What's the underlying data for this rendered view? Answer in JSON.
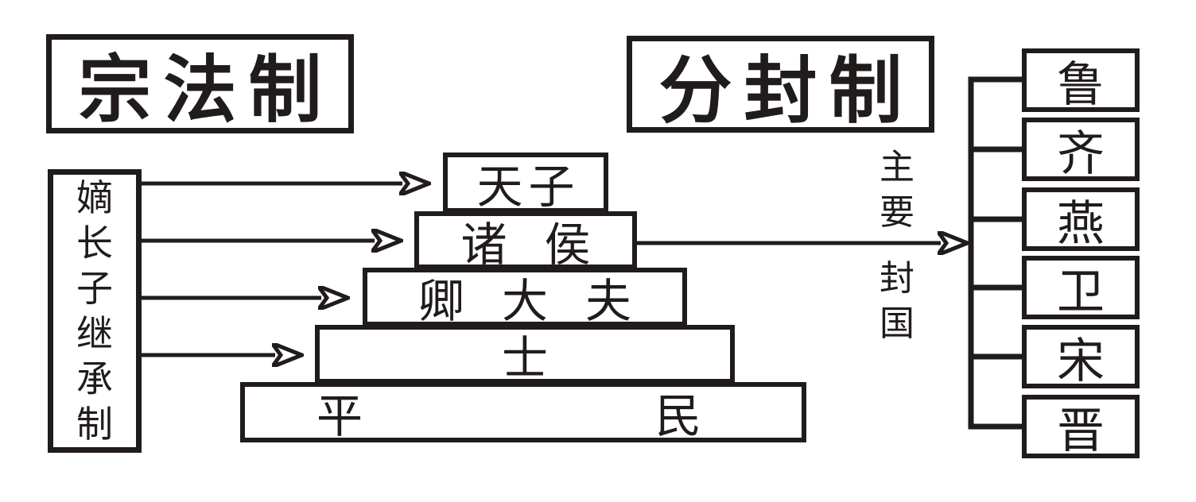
{
  "colors": {
    "ink": "#201c1b",
    "background": "#ffffff"
  },
  "titles": {
    "patriarchal_system": "宗法制",
    "enfeoffment_system": "分封制"
  },
  "succession_box": {
    "label": "嫡长子继承制",
    "chars": [
      "嫡",
      "长",
      "子",
      "继",
      "承",
      "制"
    ]
  },
  "pyramid": {
    "levels": [
      {
        "label": "天子"
      },
      {
        "label": "诸侯"
      },
      {
        "label": "卿大夫"
      },
      {
        "label": "士"
      },
      {
        "label": "平民",
        "chars": [
          "平",
          "民"
        ]
      }
    ]
  },
  "main_fiefs_label": {
    "text": "主要封国",
    "chars": [
      "主",
      "要",
      "封",
      "国"
    ]
  },
  "states": [
    "鲁",
    "齐",
    "燕",
    "卫",
    "宋",
    "晋"
  ]
}
